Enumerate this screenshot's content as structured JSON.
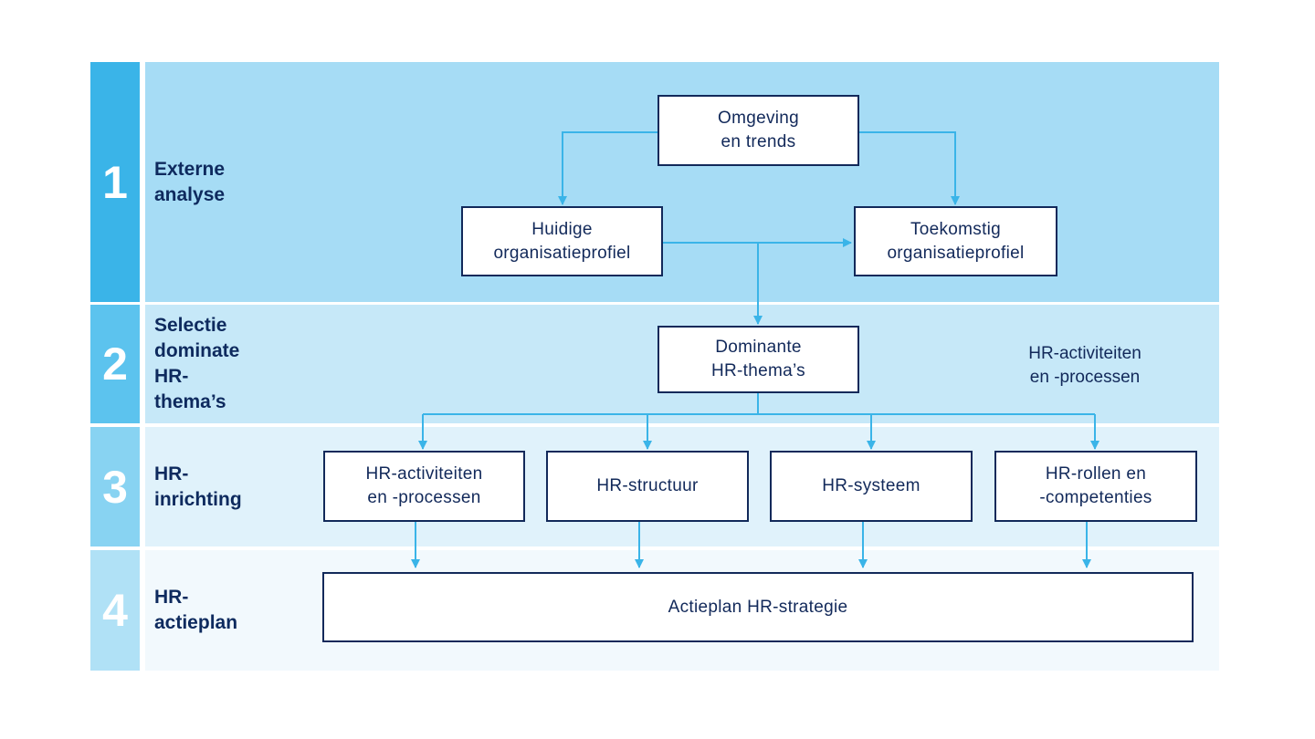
{
  "stages": [
    {
      "number": "1",
      "label": "Externe\nanalyse"
    },
    {
      "number": "2",
      "label": "Selectie\ndominate\nHR-thema’s"
    },
    {
      "number": "3",
      "label": "HR-inrichting"
    },
    {
      "number": "4",
      "label": "HR-actieplan"
    }
  ],
  "boxes": {
    "omgeving": "Omgeving\nen trends",
    "huidige": "Huidige\norganisatieprofiel",
    "toekomstig": "Toekomstig\norganisatieprofiel",
    "dominante": "Dominante\nHR-thema’s",
    "hr_activiteiten": "HR-activiteiten\nen -processen",
    "hr_structuur": "HR-structuur",
    "hr_systeem": "HR-systeem",
    "hr_rollen": "HR-rollen en\n-competenties",
    "actieplan": "Actieplan HR-strategie"
  },
  "note": "HR-activiteiten\nen -processen",
  "colors": {
    "band_1": "#a6dcf5",
    "band_2": "#c6e8f8",
    "band_3": "#e0f2fb",
    "band_4": "#f2f9fd",
    "num_1": "#3ab4e8",
    "num_2": "#5cc3ee",
    "num_3": "#88d3f2",
    "num_4": "#b0e1f6",
    "arrow": "#3ab4e8",
    "text": "#12295a"
  }
}
